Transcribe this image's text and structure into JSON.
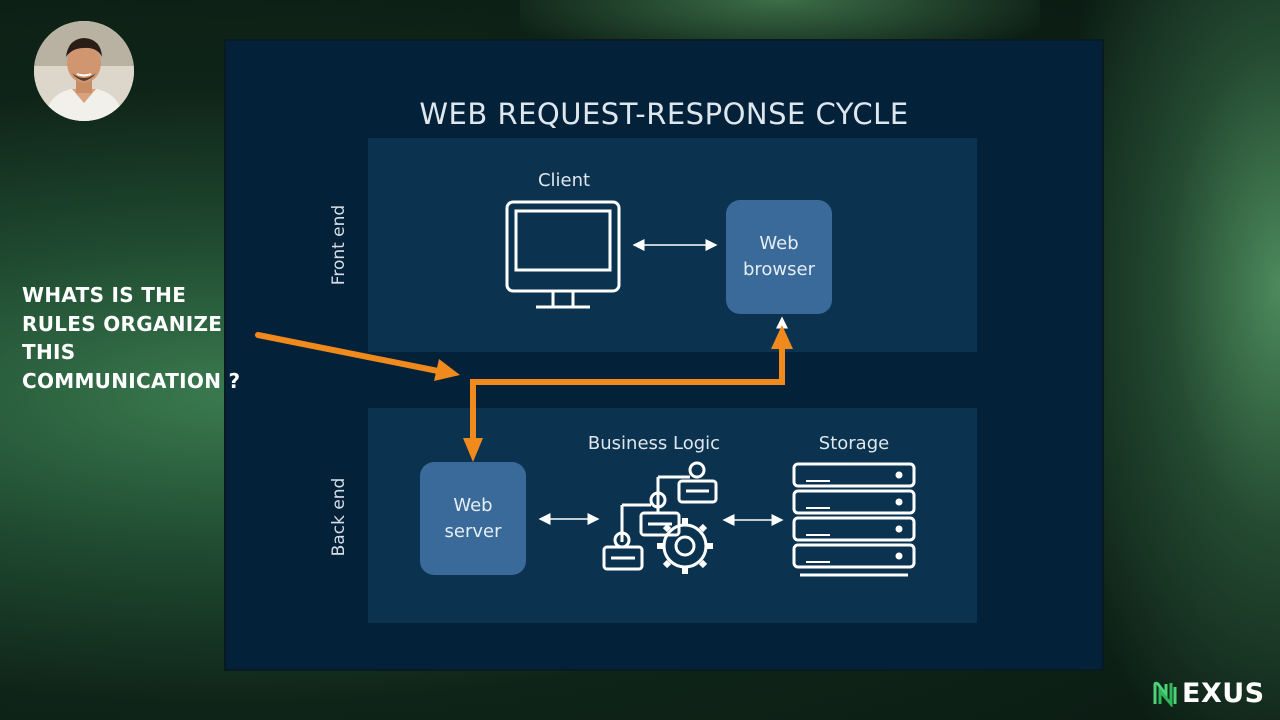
{
  "slide": {
    "title": "WEB REQUEST-RESPONSE CYCLE",
    "frontend_label": "Front end",
    "backend_label": "Back end"
  },
  "nodes": {
    "client": "Client",
    "browser_line1": "Web",
    "browser_line2": "browser",
    "server_line1": "Web",
    "server_line2": "server",
    "business_logic": "Business Logic",
    "storage": "Storage"
  },
  "question": {
    "lines": [
      "WHATS IS THE",
      "RULES ORGANIZE",
      "THIS",
      "COMMUNICATION ?"
    ]
  },
  "logo": {
    "text": "EXUS"
  },
  "colors": {
    "slide_bg": "#03223a",
    "panel_bg": "#0b3350",
    "box_fill": "#396a9a",
    "accent_arrow": "#f08a1c"
  },
  "icons": [
    "monitor-icon",
    "flowchart-gear-icon",
    "server-rack-icon",
    "logo-stylized-n-icon"
  ]
}
